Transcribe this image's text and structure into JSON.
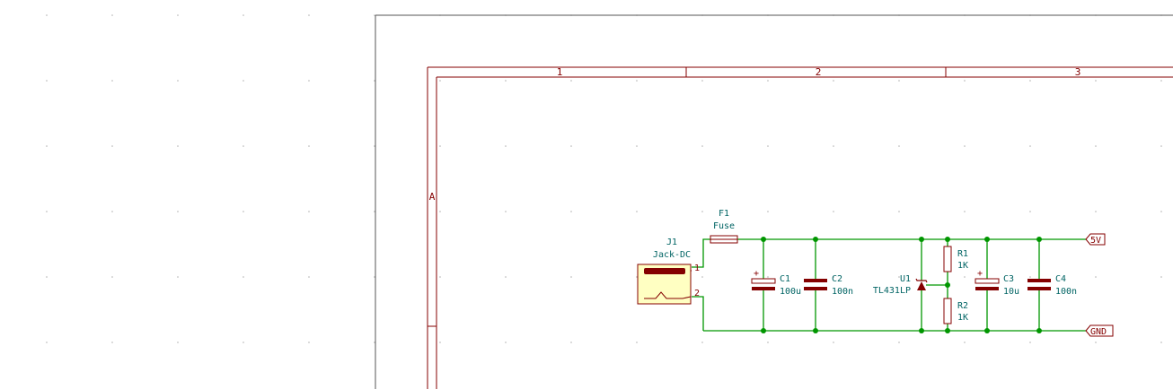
{
  "colors": {
    "frame": "#840000",
    "wire": "#009600",
    "junction": "#009600",
    "component": "#840000",
    "component_fill": "#ffffc2",
    "ref_text": "#006464",
    "value_text": "#006464",
    "page_border": "#555555",
    "grid_dot": "#b0b0b0"
  },
  "frame": {
    "columns": [
      "1",
      "2",
      "3"
    ],
    "rows": [
      "A"
    ]
  },
  "components": {
    "j1": {
      "ref": "J1",
      "value": "Jack-DC",
      "pin1": "1",
      "pin2": "2"
    },
    "f1": {
      "ref": "F1",
      "value": "Fuse"
    },
    "c1": {
      "ref": "C1",
      "value": "100u",
      "polarity": "+"
    },
    "c2": {
      "ref": "C2",
      "value": "100n"
    },
    "u1": {
      "ref": "U1",
      "value": "TL431LP"
    },
    "r1": {
      "ref": "R1",
      "value": "1K"
    },
    "r2": {
      "ref": "R2",
      "value": "1K"
    },
    "c3": {
      "ref": "C3",
      "value": "10u",
      "polarity": "+"
    },
    "c4": {
      "ref": "C4",
      "value": "100n"
    }
  },
  "nets": {
    "vcc": "5V",
    "gnd": "GND"
  }
}
